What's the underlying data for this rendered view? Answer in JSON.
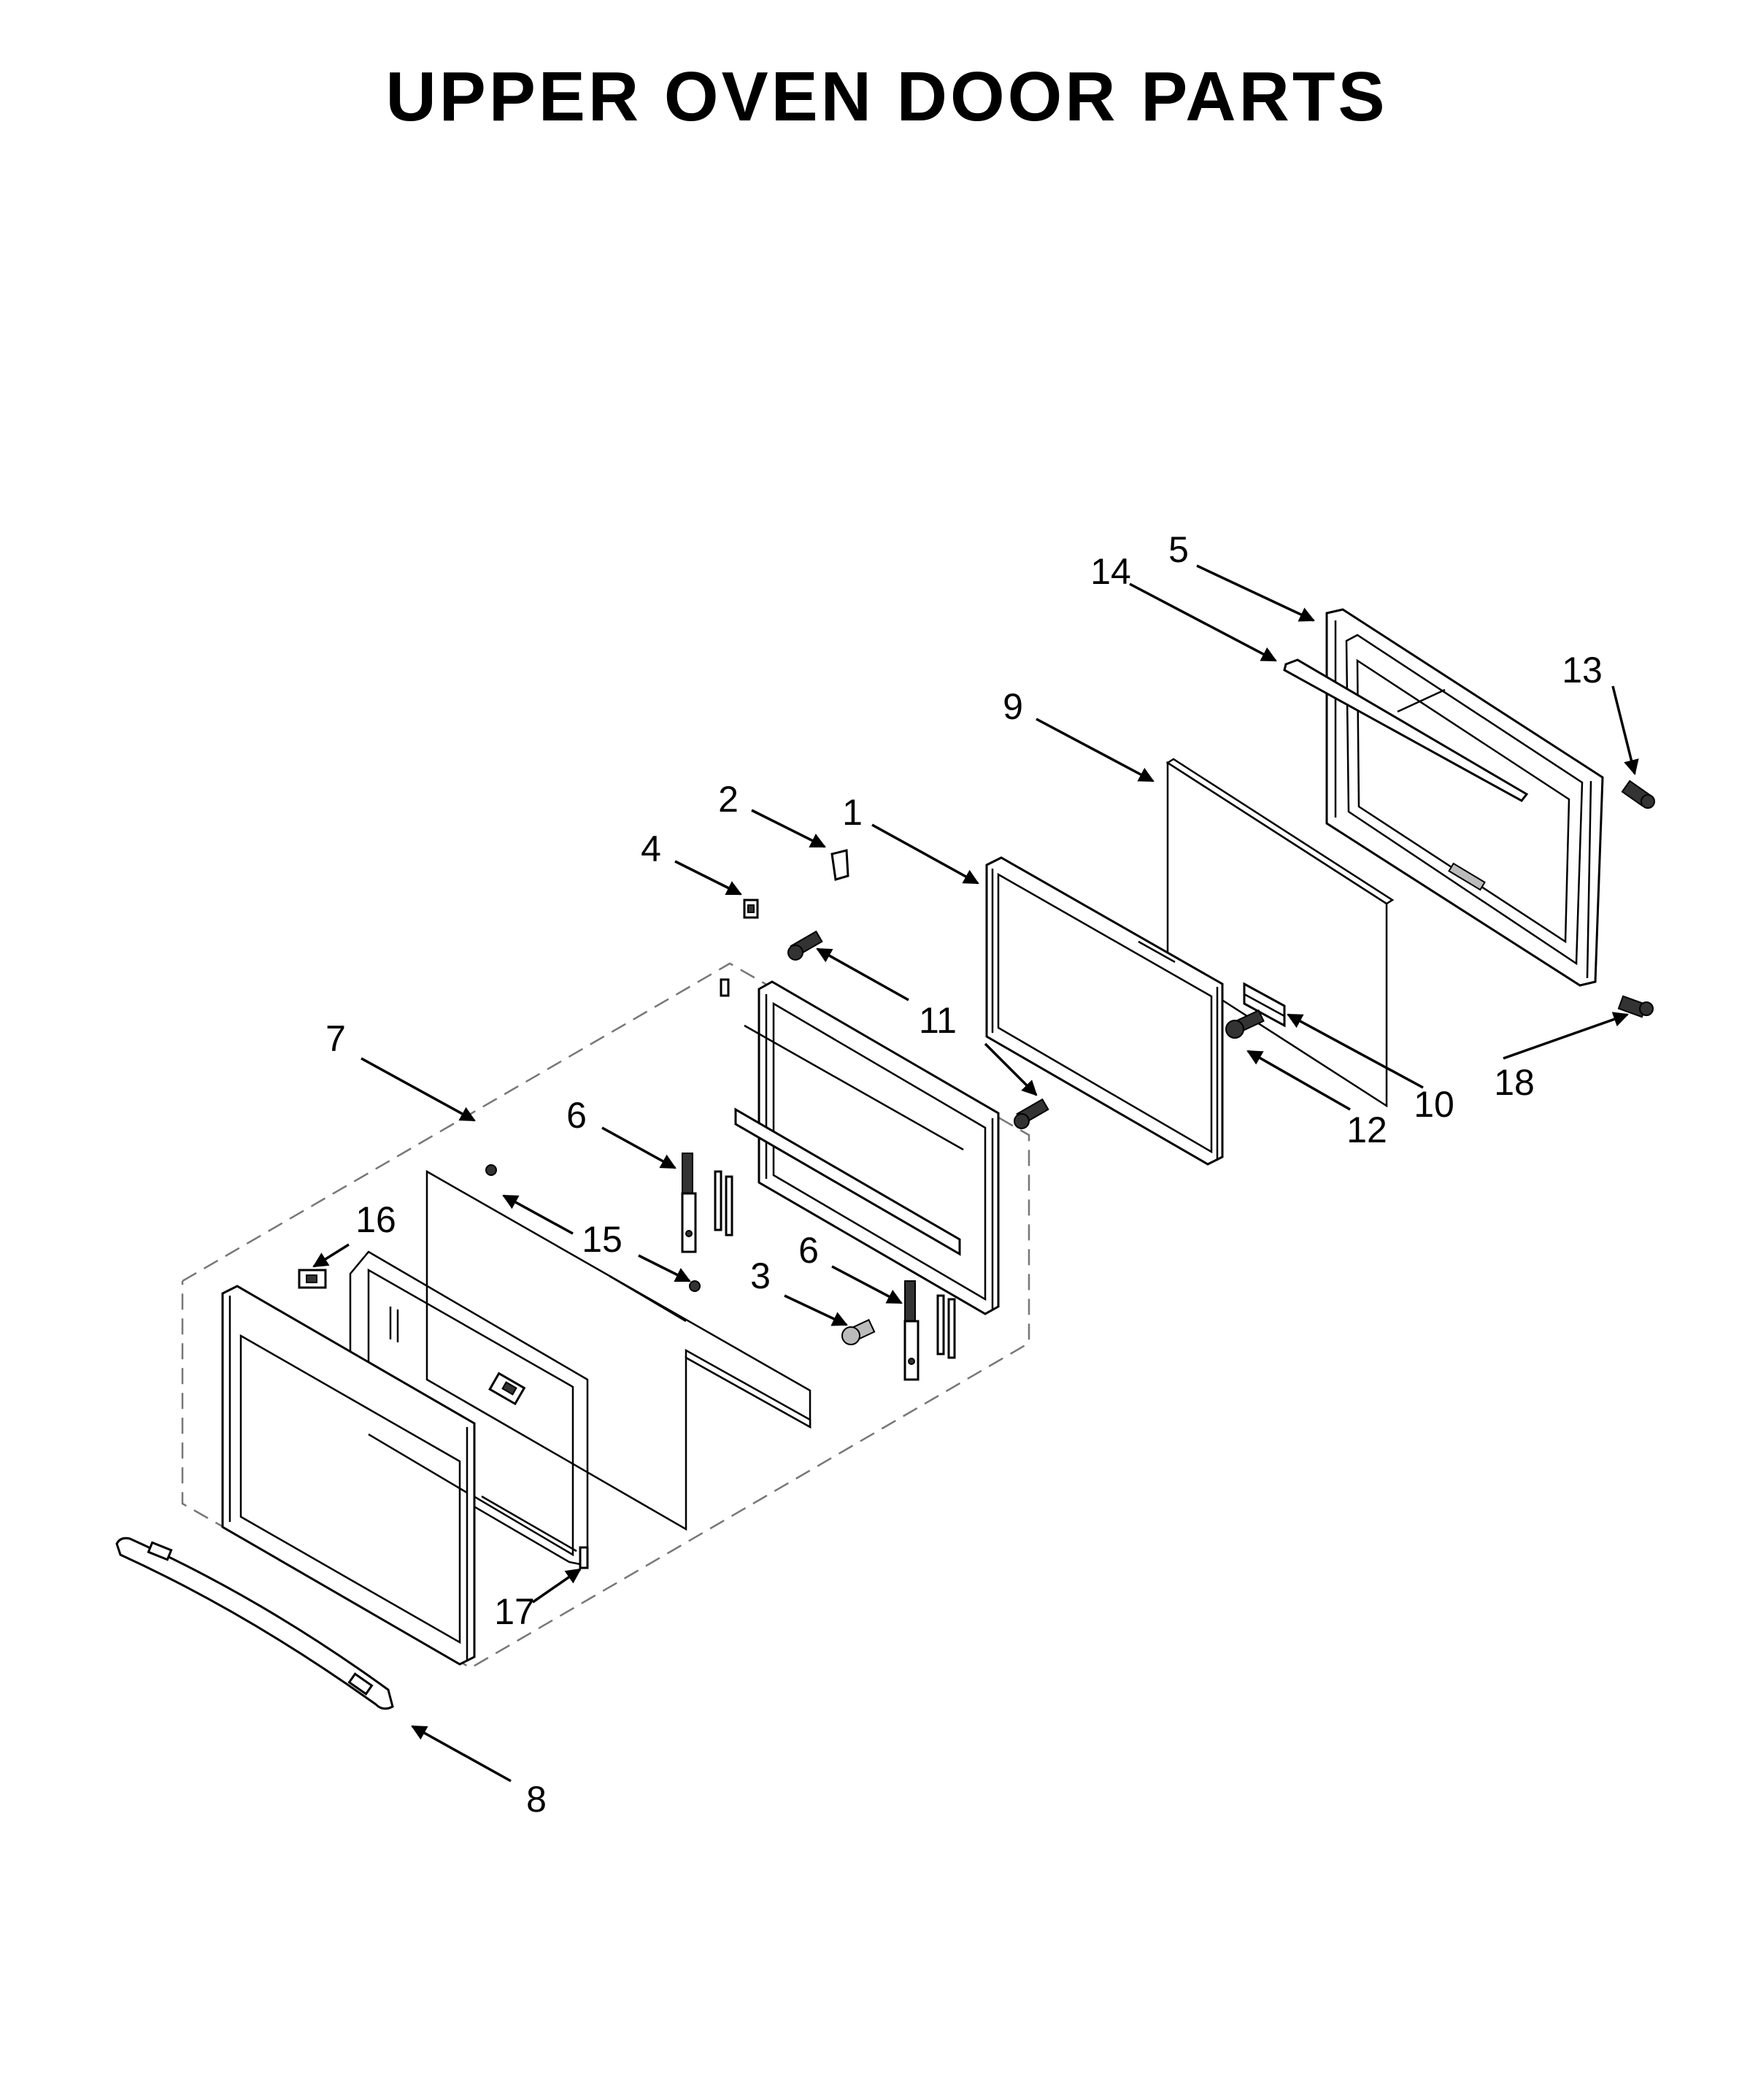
{
  "title": "UPPER OVEN DOOR PARTS",
  "callouts": {
    "c1": "1",
    "c2": "2",
    "c3": "3",
    "c4": "4",
    "c5": "5",
    "c6a": "6",
    "c6b": "6",
    "c7": "7",
    "c8": "8",
    "c9": "9",
    "c10": "10",
    "c11": "11",
    "c12": "12",
    "c13": "13",
    "c14": "14",
    "c15": "15",
    "c16": "16",
    "c17": "17",
    "c18": "18"
  }
}
